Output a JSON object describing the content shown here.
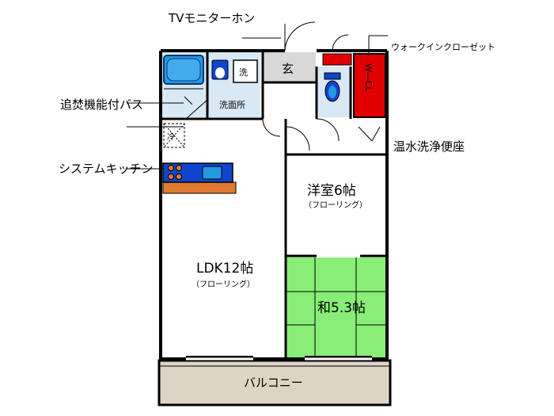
{
  "annotations": {
    "tv_monitor_intercom": "TVモニターホン",
    "walk_in_closet": "ウォークインクローゼット",
    "reheating_bath": "追焚機能付バス",
    "system_kitchen": "システムキッチン",
    "warm_water_toilet": "温水洗浄便座"
  },
  "rooms": {
    "western_room": {
      "name": "洋室6帖",
      "floor": "（フローリング）"
    },
    "ldk": {
      "name": "LDK12帖",
      "floor": "（フローリング）"
    },
    "japanese_room": {
      "name": "和5.3帖"
    },
    "balcony": {
      "name": "バルコニー"
    },
    "entrance": {
      "name": "玄"
    },
    "washroom": {
      "name": "洗面所"
    },
    "wic_label": {
      "name": "W―CL"
    },
    "fridge": {
      "name": "冷"
    },
    "washer": {
      "name": "洗"
    }
  },
  "colors": {
    "bath_blue": "#2299e0",
    "fixture_blue": "#1144cc",
    "closet_red": "#e00000",
    "tatami_green": "#88ee77",
    "balcony_beige": "#ddd5c4",
    "wet_area_gray": "#d8e8f4",
    "kitchen_orange": "#e07a30"
  }
}
